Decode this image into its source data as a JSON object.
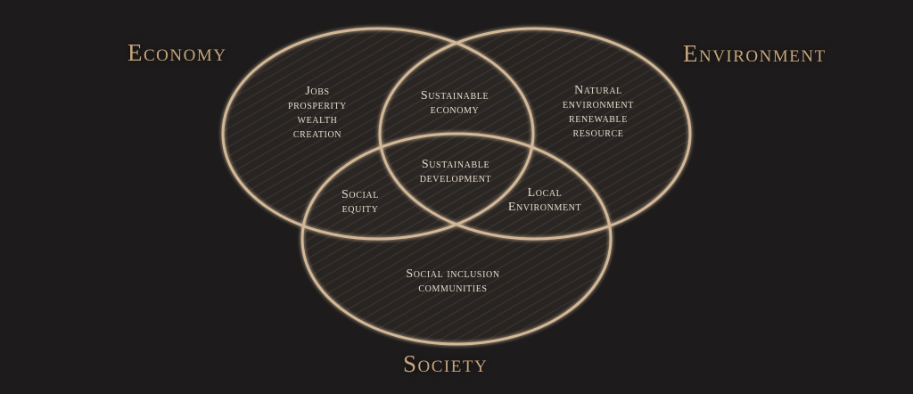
{
  "diagram": {
    "sets": {
      "economy": "Economy",
      "environment": "Environment",
      "society": "Society"
    },
    "regions": {
      "economy_only": [
        "Jobs",
        "prosperity",
        "wealth",
        "creation"
      ],
      "economy_environment": [
        "Sustainable",
        "economy"
      ],
      "environment_only": [
        "Natural",
        "environment",
        "renewable",
        "resource"
      ],
      "center": [
        "Sustainable",
        "development"
      ],
      "economy_society": [
        "Social",
        "equity"
      ],
      "environment_society": [
        "Local",
        "Environment"
      ],
      "society_only": [
        "Social inclusion",
        "communities"
      ]
    },
    "colors": {
      "background": "#1d1b1b",
      "circle_stroke": "#d2b898",
      "label": "#c6a57c",
      "text": "#e6dccb"
    }
  }
}
